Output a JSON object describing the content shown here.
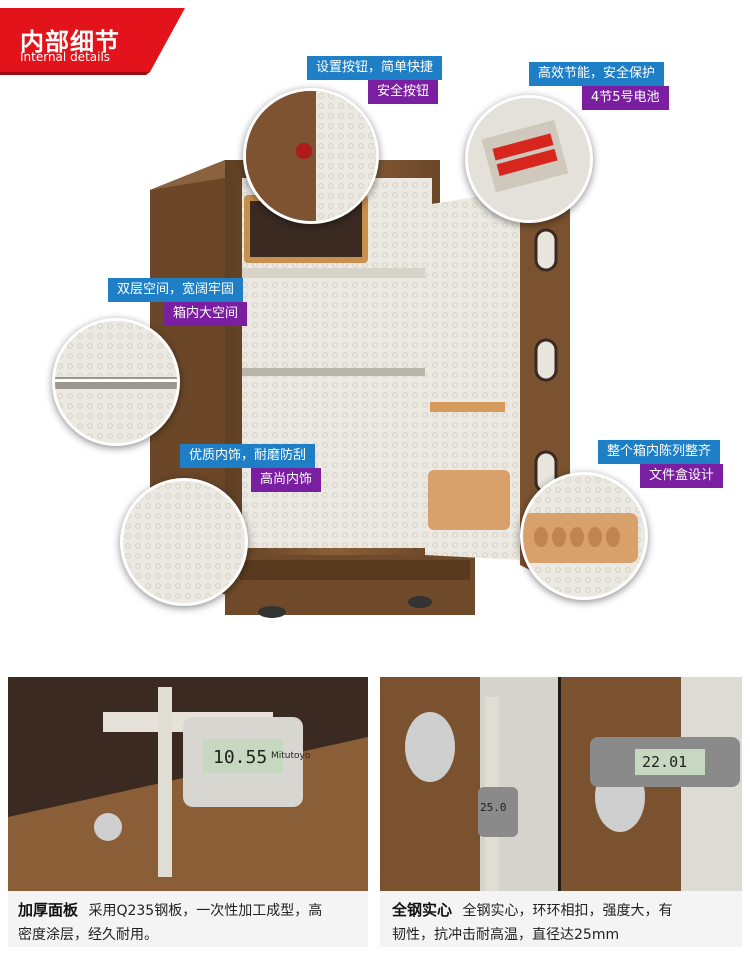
{
  "header": {
    "title": "内部细节",
    "subtitle": "Internal details",
    "ribbon_color": "#e2131b"
  },
  "callouts": [
    {
      "line1": "设置按钮，简单快捷",
      "line2": "安全按钮"
    },
    {
      "line1": "高效节能，安全保护",
      "line2": "4节5号电池"
    },
    {
      "line1": "双层空间，宽阔牢固",
      "line2": "箱内大空间"
    },
    {
      "line1": "优质内饰，耐磨防刮",
      "line2": "高尚内饰"
    },
    {
      "line1": "整个箱内陈列整齐",
      "line2": "文件盒设计"
    }
  ],
  "colors": {
    "label_blue": "#1f7fc6",
    "label_purple": "#7b1fa2",
    "safe_body": "#7a5230",
    "interior": "#eae7e0"
  },
  "bottom": {
    "left": {
      "bold": "加厚面板",
      "text_line1": "采用Q235钢板，一次性加工成型，高",
      "text_line2": "密度涂层，经久耐用。",
      "caliper_brand": "Mitutoyo",
      "caliper_reading": "10.55"
    },
    "right": {
      "bold": "全钢实心",
      "text_line1": "全钢实心，环环相扣，强度大，有",
      "text_line2": "韧性，抗冲击耐高温，直径达25mm",
      "caliper_reading_1": "25.0",
      "caliper_reading_2": "22.01"
    }
  }
}
